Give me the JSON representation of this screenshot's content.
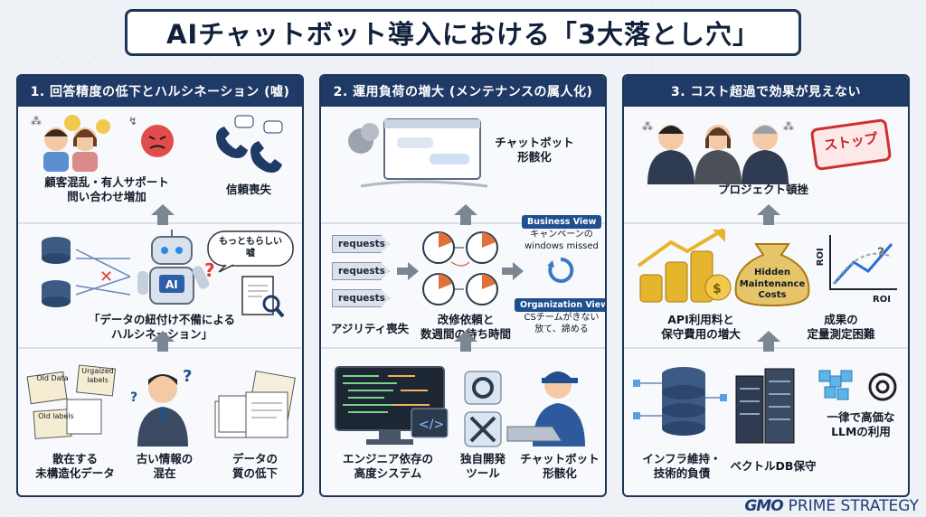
{
  "title": "AIチャットボット導入における「3大落とし穴」",
  "panel1": {
    "header": "1. 回答精度の低下とハルシネーション (嘘)",
    "top_left": "顧客混乱・有人サポート\n問い合わせ増加",
    "top_right": "信頼喪失",
    "bubble": "もっともらしい\n嘘",
    "ai_text": "AI",
    "middle": "「データの紐付け不備による\nハルシネーション」",
    "doc_labels": [
      "Old Data",
      "Urgaized labels",
      "Old labels"
    ],
    "bottom": [
      "散在する\n未構造化データ",
      "古い情報の\n混在",
      "データの\n質の低下"
    ]
  },
  "panel2": {
    "header": "2. 運用負荷の増大 (メンテナンスの属人化)",
    "top": "チャットボット\n形骸化",
    "requests": [
      "requests",
      "requests",
      "requests"
    ],
    "business_view": "Business View",
    "business_text": "キャンペーンの\nwindows missed",
    "organization_view": "Organization View",
    "organization_text": "CSチームがきない\n放て、諦める",
    "middle_left": "アジリティ喪失",
    "middle_center": "改修依頼と\n数週間の待ち時間",
    "bottom": [
      "エンジニア依存の\n高度システム",
      "独自開発\nツール",
      "チャットボット\n形骸化"
    ]
  },
  "panel3": {
    "header": "3. コスト超過で効果が見えない",
    "stamp": "ストップ",
    "top": "プロジェクト頓挫",
    "hidden_costs": "Hidden\nMaintenance\nCosts",
    "roi_y": "ROI",
    "roi_x": "ROI",
    "middle": [
      "API利用料と\n保守費用の増大",
      "成果の\n定量測定困難"
    ],
    "bottom": [
      "インフラ維持・\n技術的負債",
      "ベクトルDB保守",
      "一律で高価な\nLLMの利用"
    ]
  },
  "logo": {
    "brand": "GMO",
    "name": "PRIME STRATEGY"
  }
}
